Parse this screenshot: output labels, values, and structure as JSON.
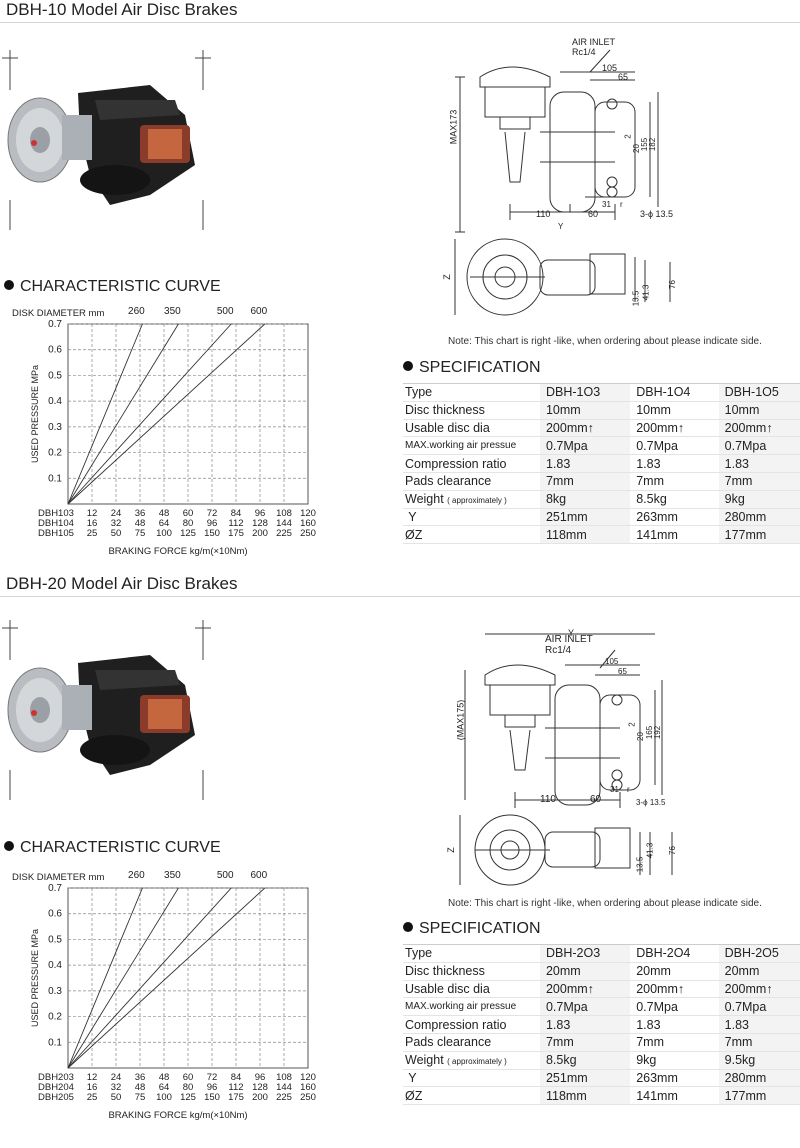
{
  "sections": [
    {
      "title": "DBH-10 Model Air Disc Brakes",
      "curve_title": "CHARACTERISTIC CURVE",
      "spec_title": "SPECIFICATION",
      "note": "Note: This chart is right -like, when ordering about please indicate side.",
      "drawing": {
        "air_inlet": "AIR INLET",
        "rc": "Rc1/4",
        "max_height": "MAX173",
        "dims": [
          "105",
          "65",
          "2",
          "20",
          "155",
          "182",
          "31",
          "r",
          "110",
          "60",
          "3-ϕ 13.5",
          "Y",
          "Z",
          "13.5",
          "41.3",
          "76"
        ]
      },
      "spec": {
        "headers": [
          "Type",
          "DBH-1O3",
          "DBH-1O4",
          "DBH-1O5"
        ],
        "rows": [
          {
            "label": "Disc thickness",
            "note": "",
            "values": [
              "10mm",
              "10mm",
              "10mm"
            ]
          },
          {
            "label": "Usable disc dia",
            "note": "",
            "values": [
              "200mm↑",
              "200mm↑",
              "200mm↑"
            ]
          },
          {
            "label": "MAX.working air pressue",
            "note": "",
            "values": [
              "0.7Mpa",
              "0.7Mpa",
              "0.7Mpa"
            ]
          },
          {
            "label": "Compression ratio",
            "note": "",
            "values": [
              "1.83",
              "1.83",
              "1.83"
            ]
          },
          {
            "label": "Pads clearance",
            "note": "",
            "values": [
              "7mm",
              "7mm",
              "7mm"
            ]
          },
          {
            "label": "Weight",
            "note": "( approximately )",
            "values": [
              "8kg",
              "8.5kg",
              "9kg"
            ]
          },
          {
            "label": " Y",
            "note": "",
            "values": [
              "251mm",
              "263mm",
              "280mm"
            ]
          },
          {
            "label": "ØZ",
            "note": "",
            "values": [
              "118mm",
              "141mm",
              "177mm"
            ]
          }
        ]
      }
    },
    {
      "title": "DBH-20 Model Air Disc Brakes",
      "curve_title": "CHARACTERISTIC CURVE",
      "spec_title": "SPECIFICATION",
      "note": "Note: This chart is right -like, when ordering about please indicate side.",
      "drawing": {
        "air_inlet": "AIR INLET",
        "rc": "Rc1/4",
        "max_height": "(MAX175)",
        "dims": [
          "105",
          "65",
          "2",
          "20",
          "165",
          "192",
          "31",
          "r",
          "110",
          "60",
          "3-ϕ 13.5",
          "Y",
          "Z",
          "13.5",
          "41.3",
          "76"
        ]
      },
      "spec": {
        "headers": [
          "Type",
          "DBH-2O3",
          "DBH-2O4",
          "DBH-2O5"
        ],
        "rows": [
          {
            "label": "Disc thickness",
            "note": "",
            "values": [
              "20mm",
              "20mm",
              "20mm"
            ]
          },
          {
            "label": "Usable disc dia",
            "note": "",
            "values": [
              "200mm↑",
              "200mm↑",
              "200mm↑"
            ]
          },
          {
            "label": "MAX.working air pressue",
            "note": "",
            "values": [
              "0.7Mpa",
              "0.7Mpa",
              "0.7Mpa"
            ]
          },
          {
            "label": "Compression ratio",
            "note": "",
            "values": [
              "1.83",
              "1.83",
              "1.83"
            ]
          },
          {
            "label": "Pads clearance",
            "note": "",
            "values": [
              "7mm",
              "7mm",
              "7mm"
            ]
          },
          {
            "label": "Weight",
            "note": "( approximately )",
            "values": [
              "8.5kg",
              "9kg",
              "9.5kg"
            ]
          },
          {
            "label": " Y",
            "note": "",
            "values": [
              "251mm",
              "263mm",
              "280mm"
            ]
          },
          {
            "label": "ØZ",
            "note": "",
            "values": [
              "118mm",
              "141mm",
              "177mm"
            ]
          }
        ]
      }
    }
  ],
  "chart_data": [
    {
      "type": "line",
      "title": "",
      "ylabel": "USED PRESSURE MPa",
      "xlabel": "BRAKING FORCE kg/m(×10Nm)",
      "top_axis_label": "DISK DIAMETER mm",
      "ylim": [
        0,
        0.7
      ],
      "yticks": [
        "0.1",
        "0.2",
        "0.3",
        "0.4",
        "0.5",
        "0.6",
        "0.7"
      ],
      "grid": true,
      "x_rows": [
        {
          "name": "DBH103",
          "ticks": [
            "12",
            "24",
            "36",
            "48",
            "60",
            "72",
            "84",
            "96",
            "108",
            "120"
          ]
        },
        {
          "name": "DBH104",
          "ticks": [
            "16",
            "32",
            "48",
            "64",
            "80",
            "96",
            "112",
            "128",
            "144",
            "160"
          ]
        },
        {
          "name": "DBH105",
          "ticks": [
            "25",
            "50",
            "75",
            "100",
            "125",
            "150",
            "175",
            "200",
            "225",
            "250"
          ]
        }
      ],
      "xlim_grid": [
        0,
        10
      ],
      "series": [
        {
          "name": "260",
          "x": [
            0,
            3.1
          ],
          "y": [
            0,
            0.7
          ]
        },
        {
          "name": "350",
          "x": [
            0,
            4.6
          ],
          "y": [
            0,
            0.7
          ]
        },
        {
          "name": "500",
          "x": [
            0,
            6.8
          ],
          "y": [
            0,
            0.7
          ]
        },
        {
          "name": "600",
          "x": [
            0,
            8.2
          ],
          "y": [
            0,
            0.7
          ]
        }
      ]
    },
    {
      "type": "line",
      "title": "",
      "ylabel": "USED PRESSURE MPa",
      "xlabel": "BRAKING FORCE kg/m(×10Nm)",
      "top_axis_label": "DISK DIAMETER mm",
      "ylim": [
        0,
        0.7
      ],
      "yticks": [
        "0.1",
        "0.2",
        "0.3",
        "0.4",
        "0.5",
        "0.6",
        "0.7"
      ],
      "grid": true,
      "x_rows": [
        {
          "name": "DBH203",
          "ticks": [
            "12",
            "24",
            "36",
            "48",
            "60",
            "72",
            "84",
            "96",
            "108",
            "120"
          ]
        },
        {
          "name": "DBH204",
          "ticks": [
            "16",
            "32",
            "48",
            "64",
            "80",
            "96",
            "112",
            "128",
            "144",
            "160"
          ]
        },
        {
          "name": "DBH205",
          "ticks": [
            "25",
            "50",
            "75",
            "100",
            "125",
            "150",
            "175",
            "200",
            "225",
            "250"
          ]
        }
      ],
      "xlim_grid": [
        0,
        10
      ],
      "series": [
        {
          "name": "260",
          "x": [
            0,
            3.1
          ],
          "y": [
            0,
            0.7
          ]
        },
        {
          "name": "350",
          "x": [
            0,
            4.6
          ],
          "y": [
            0,
            0.7
          ]
        },
        {
          "name": "500",
          "x": [
            0,
            6.8
          ],
          "y": [
            0,
            0.7
          ]
        },
        {
          "name": "600",
          "x": [
            0,
            8.2
          ],
          "y": [
            0,
            0.7
          ]
        }
      ]
    }
  ]
}
